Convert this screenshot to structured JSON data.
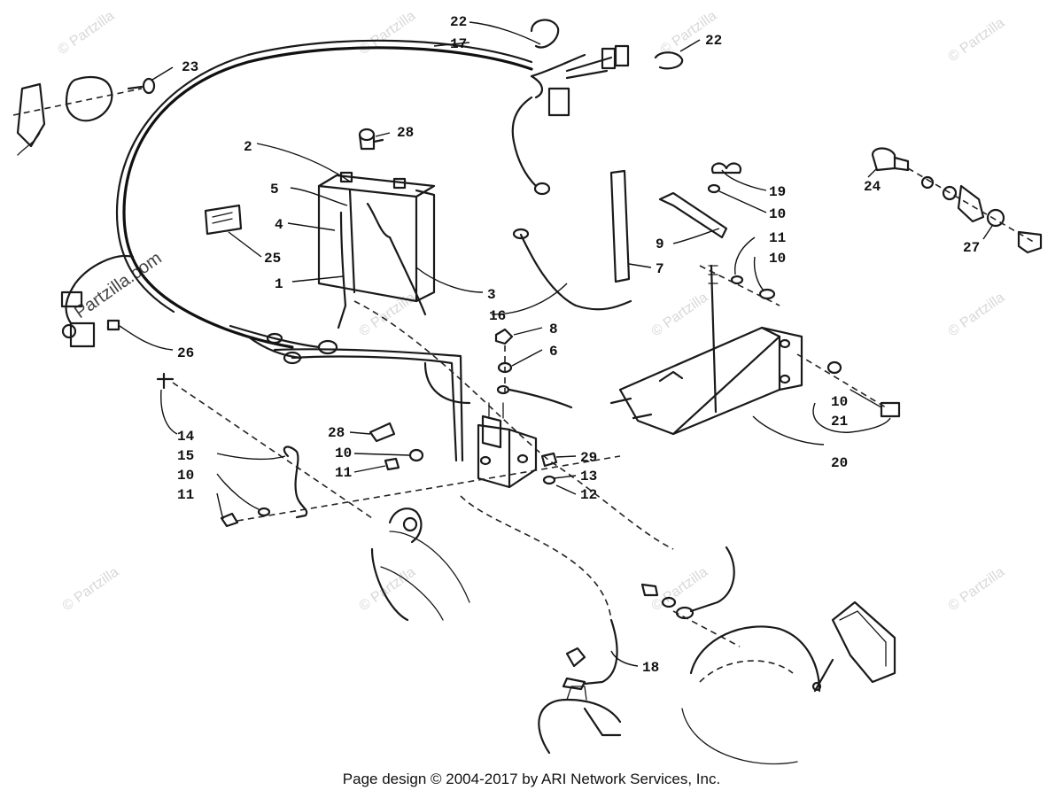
{
  "watermark": {
    "text": "© Partzilla",
    "large_text": "Partzilla.com",
    "url_text": "Partzilla.com"
  },
  "callouts": {
    "c1": "1",
    "c2": "2",
    "c3": "3",
    "c4": "4",
    "c5": "5",
    "c6": "6",
    "c7": "7",
    "c8": "8",
    "c9": "9",
    "c10a": "10",
    "c10b": "10",
    "c10c": "10",
    "c10d": "10",
    "c10e": "10",
    "c11a": "11",
    "c11b": "11",
    "c11c": "11",
    "c12": "12",
    "c13": "13",
    "c14": "14",
    "c15": "15",
    "c16": "16",
    "c17": "17",
    "c18": "18",
    "c19": "19",
    "c20": "20",
    "c21": "21",
    "c22a": "22",
    "c22b": "22",
    "c23": "23",
    "c24": "24",
    "c25": "25",
    "c26": "26",
    "c27": "27",
    "c28a": "28",
    "c28b": "28",
    "c29": "29"
  },
  "footer": {
    "text": "Page design © 2004-2017 by ARI Network Services, Inc."
  }
}
